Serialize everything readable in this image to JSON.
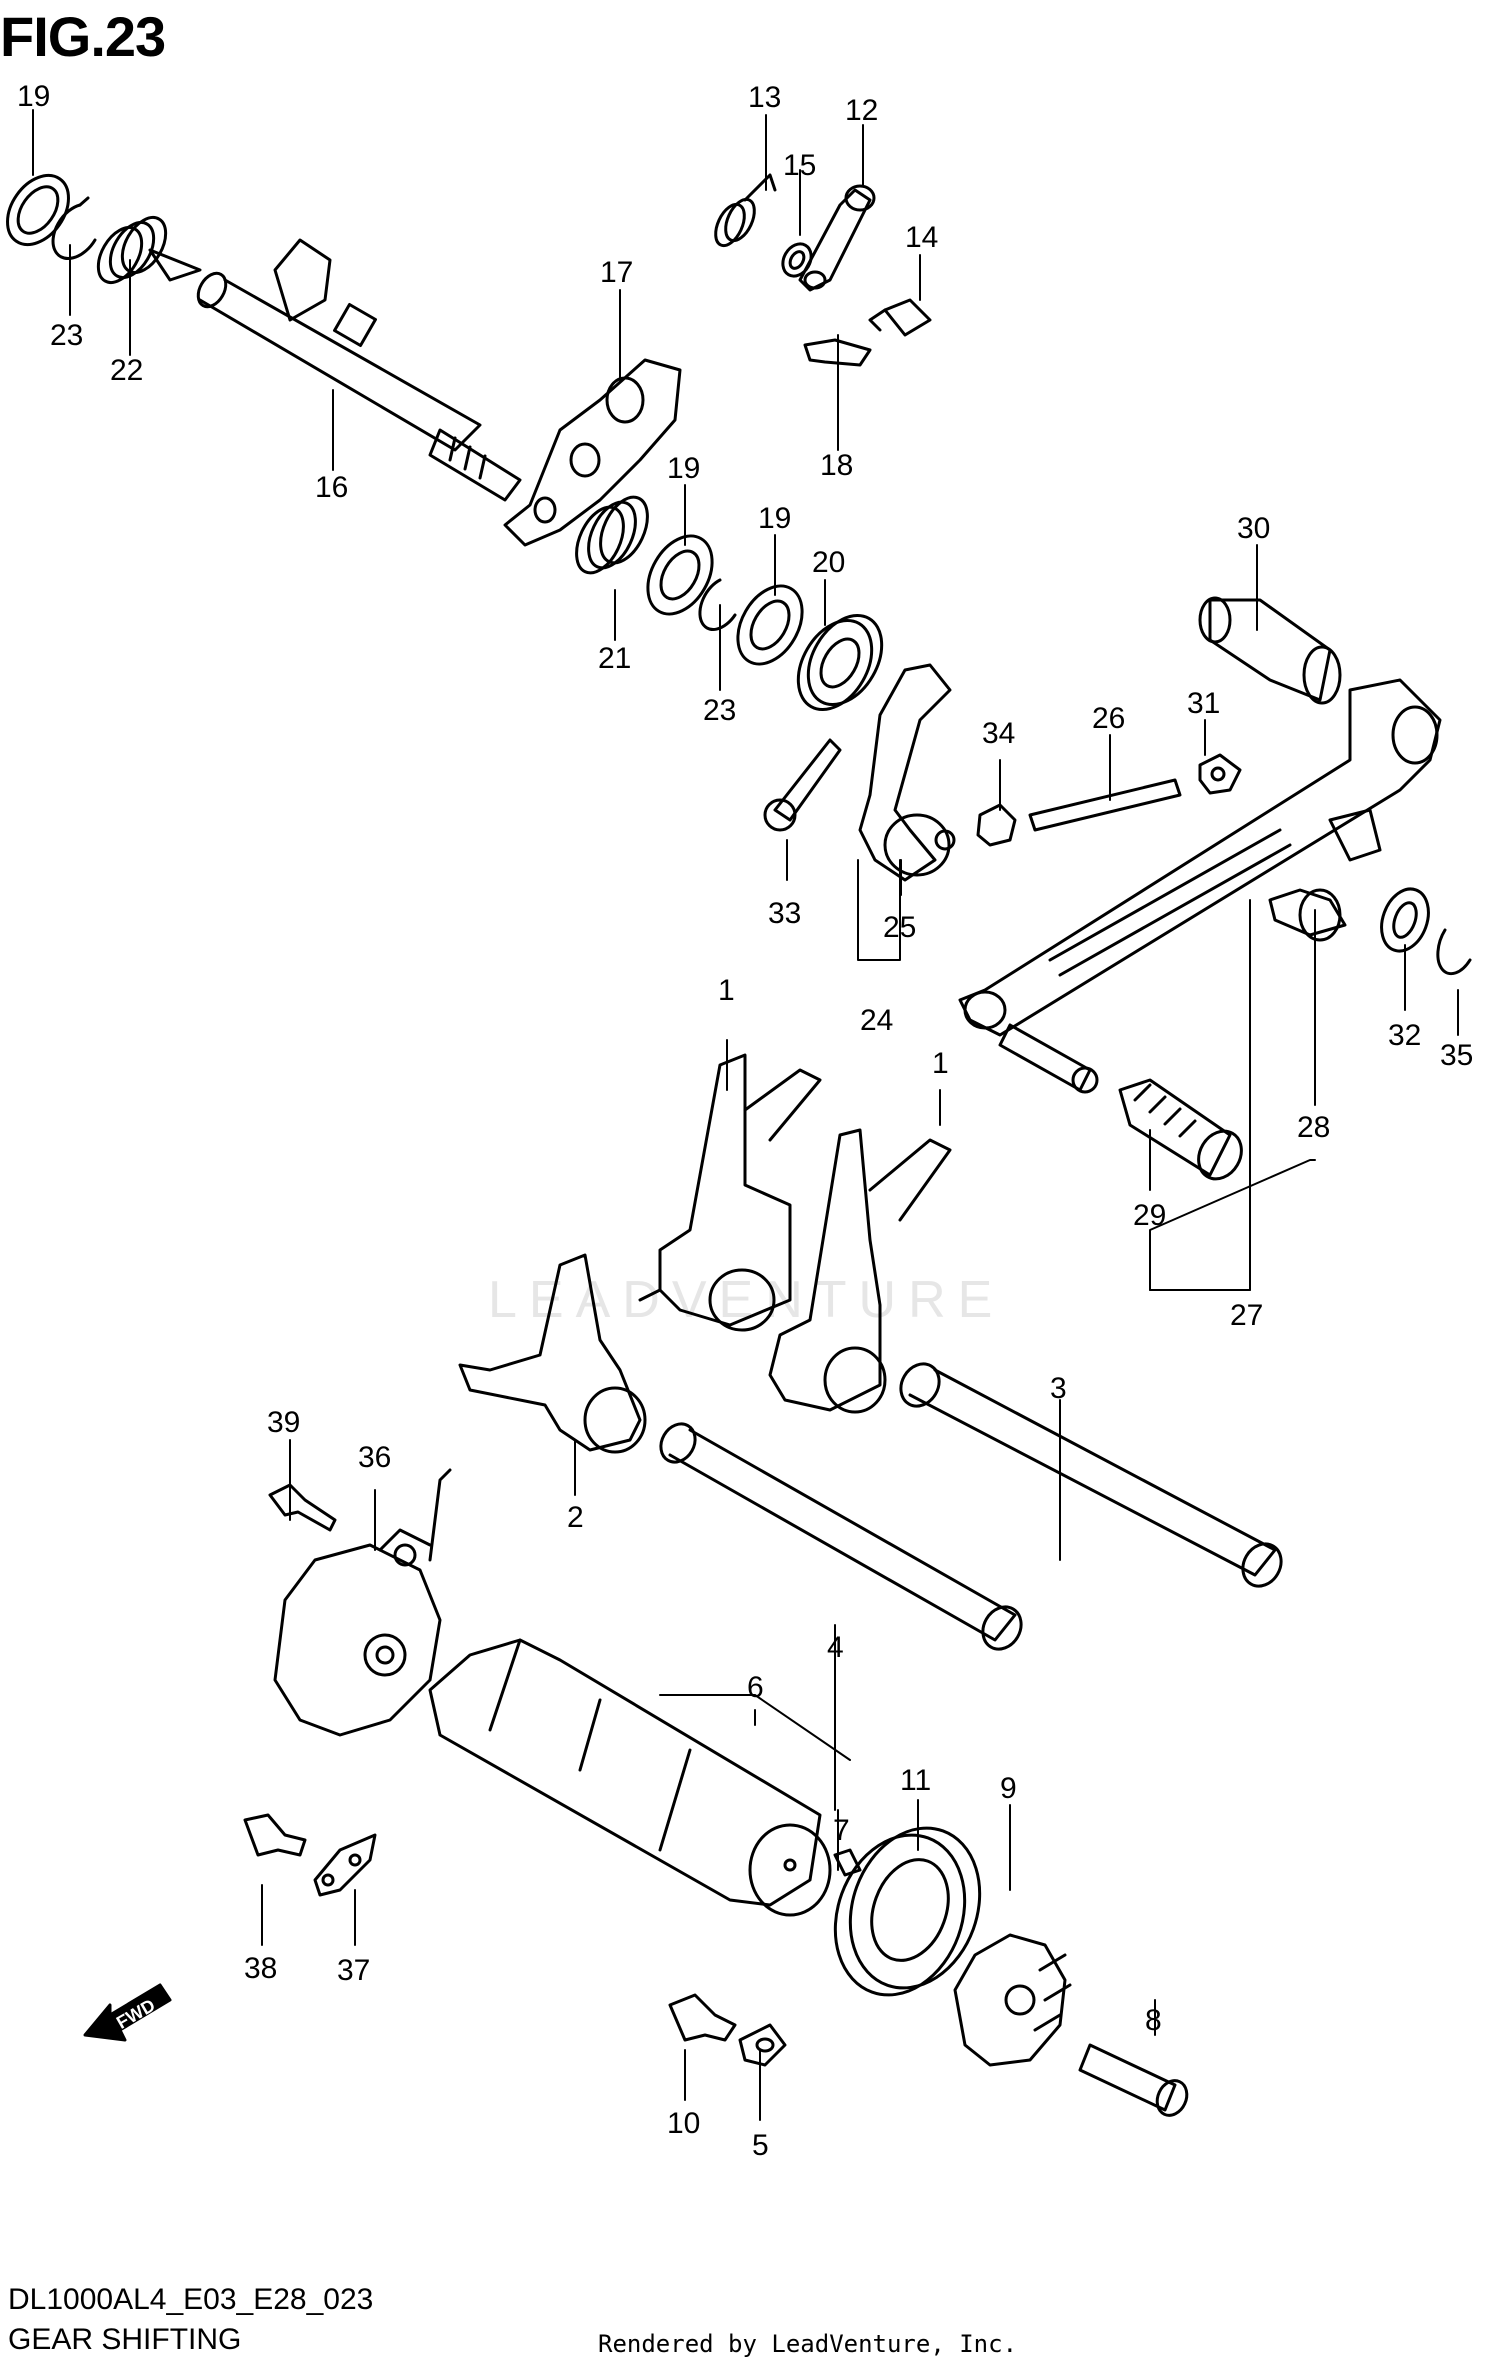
{
  "figure": {
    "title": "FIG.23",
    "model_code": "DL1000AL4_E03_E28_023",
    "section_name": "GEAR SHIFTING",
    "render_credit": "Rendered by LeadVenture, Inc.",
    "watermark": "LEADVENTURE",
    "direction_label": "FWD"
  },
  "callouts": [
    {
      "id": "c19a",
      "text": "19"
    },
    {
      "id": "c23a",
      "text": "23"
    },
    {
      "id": "c22",
      "text": "22"
    },
    {
      "id": "c16",
      "text": "16"
    },
    {
      "id": "c17",
      "text": "17"
    },
    {
      "id": "c13",
      "text": "13"
    },
    {
      "id": "c15",
      "text": "15"
    },
    {
      "id": "c12",
      "text": "12"
    },
    {
      "id": "c14",
      "text": "14"
    },
    {
      "id": "c18",
      "text": "18"
    },
    {
      "id": "c19b",
      "text": "19"
    },
    {
      "id": "c19c",
      "text": "19"
    },
    {
      "id": "c20",
      "text": "20"
    },
    {
      "id": "c21",
      "text": "21"
    },
    {
      "id": "c23b",
      "text": "23"
    },
    {
      "id": "c30",
      "text": "30"
    },
    {
      "id": "c31",
      "text": "31"
    },
    {
      "id": "c26",
      "text": "26"
    },
    {
      "id": "c34",
      "text": "34"
    },
    {
      "id": "c33",
      "text": "33"
    },
    {
      "id": "c25",
      "text": "25"
    },
    {
      "id": "c24",
      "text": "24"
    },
    {
      "id": "c32",
      "text": "32"
    },
    {
      "id": "c35",
      "text": "35"
    },
    {
      "id": "c28",
      "text": "28"
    },
    {
      "id": "c29",
      "text": "29"
    },
    {
      "id": "c27",
      "text": "27"
    },
    {
      "id": "c1a",
      "text": "1"
    },
    {
      "id": "c1b",
      "text": "1"
    },
    {
      "id": "c2",
      "text": "2"
    },
    {
      "id": "c3",
      "text": "3"
    },
    {
      "id": "c4",
      "text": "4"
    },
    {
      "id": "c39",
      "text": "39"
    },
    {
      "id": "c36",
      "text": "36"
    },
    {
      "id": "c6",
      "text": "6"
    },
    {
      "id": "c7",
      "text": "7"
    },
    {
      "id": "c11",
      "text": "11"
    },
    {
      "id": "c9",
      "text": "9"
    },
    {
      "id": "c8",
      "text": "8"
    },
    {
      "id": "c38",
      "text": "38"
    },
    {
      "id": "c37",
      "text": "37"
    },
    {
      "id": "c10",
      "text": "10"
    },
    {
      "id": "c5",
      "text": "5"
    }
  ]
}
